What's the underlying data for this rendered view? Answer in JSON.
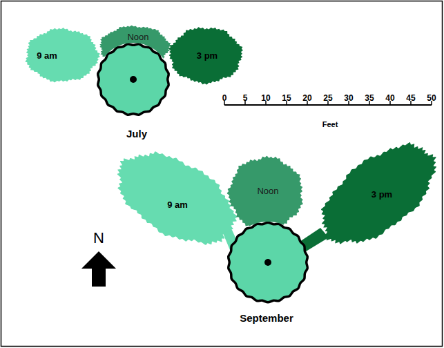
{
  "diagram": {
    "nodes": [
      {
        "text": [
          "9 am"
        ]
      },
      {
        "text": [
          "Noon"
        ]
      },
      {
        "text": [
          "3 pm"
        ]
      },
      {
        "text": [
          "9 am"
        ]
      },
      {
        "text": [
          "Noon"
        ]
      },
      {
        "text": [
          "3 pm"
        ]
      }
    ],
    "labels": [
      "0",
      "5",
      "10",
      "15",
      "20",
      "25",
      "30",
      "35",
      "40",
      "45",
      "50",
      "Feet",
      "July",
      "September",
      "N"
    ]
  }
}
